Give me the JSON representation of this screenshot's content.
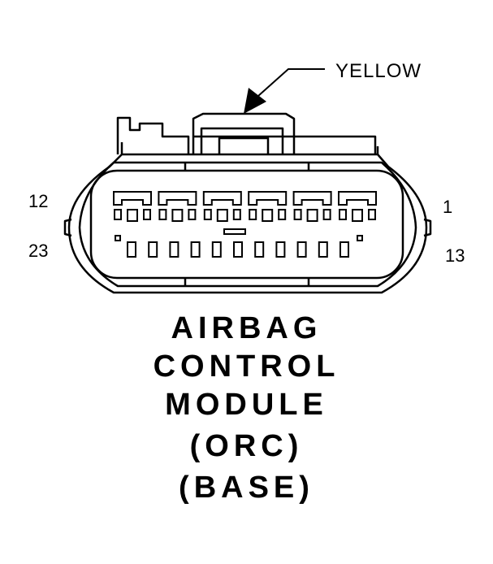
{
  "connector": {
    "color_callout": "YELLOW",
    "pin_labels": {
      "top_left": "12",
      "bottom_left": "23",
      "top_right": "1",
      "bottom_right": "13"
    },
    "top_row_pins": 12,
    "bottom_row_pins": 11
  },
  "title": {
    "lines": [
      "AIRBAG",
      "CONTROL",
      "MODULE",
      "(ORC)",
      "(BASE)"
    ]
  }
}
